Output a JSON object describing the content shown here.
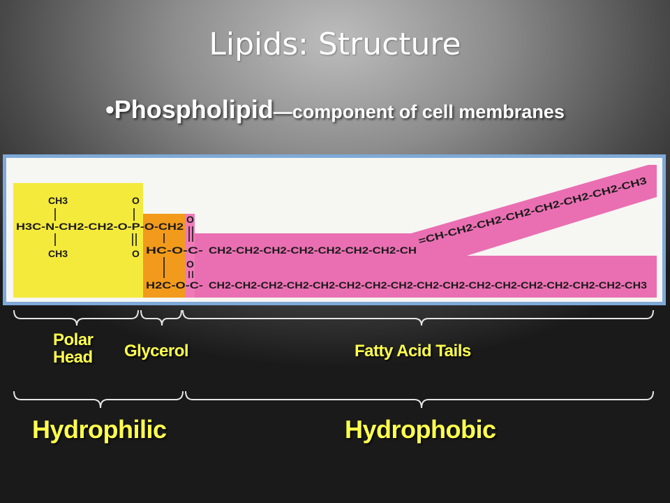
{
  "slide": {
    "title": "Lipids: Structure",
    "bullet": "•",
    "subtitle_main": "Phospholipid",
    "subtitle_rest": "—component of cell membranes"
  },
  "molecule": {
    "head_lines": [
      "CH3",
      "H3C-N-CH2-CH2-O-P-O-CH2",
      "CH3"
    ],
    "phosphate_o_top": "O",
    "phosphate_o_bottom": "O",
    "glycerol_mid": "HC-O-C-",
    "glycerol_bottom": "H2C-O-C-",
    "carbonyl_o_top": "O",
    "carbonyl_o_bottom": "O",
    "upper_chain_straight": "CH2-CH2-CH2-CH2-CH2-CH2-CH2-CH",
    "upper_chain_kink": "=CH-CH2-CH2-CH2-CH2-CH2-CH2-CH3",
    "lower_chain": "CH2-CH2-CH2-CH2-CH2-CH2-CH2-CH2-CH2-CH2-CH2-CH2-CH2-CH2-CH2-CH2-CH3"
  },
  "labels": {
    "polar_head": [
      "Polar",
      "Head"
    ],
    "glycerol": "Glycerol",
    "fatty_acid_tails": "Fatty Acid Tails",
    "hydrophilic": "Hydrophilic",
    "hydrophobic": "Hydrophobic"
  },
  "colors": {
    "head": "#f4ea3c",
    "glycerol": "#f29a1b",
    "tails": "#ea6fb2",
    "frame": "#7fa9d8",
    "label_text": "#ffff4d"
  }
}
